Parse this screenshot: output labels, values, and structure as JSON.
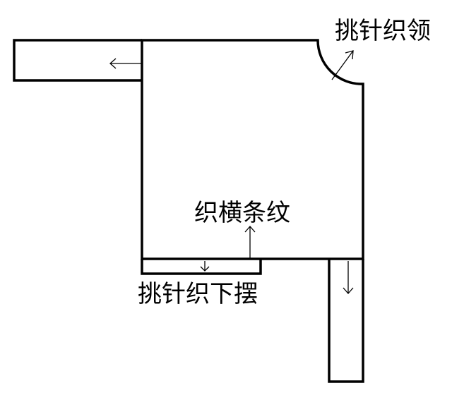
{
  "labels": {
    "neck": "挑针织领",
    "stripes": "织横条纹",
    "hem": "挑针织下摆"
  },
  "colors": {
    "stroke": "#000000",
    "background": "#ffffff"
  }
}
